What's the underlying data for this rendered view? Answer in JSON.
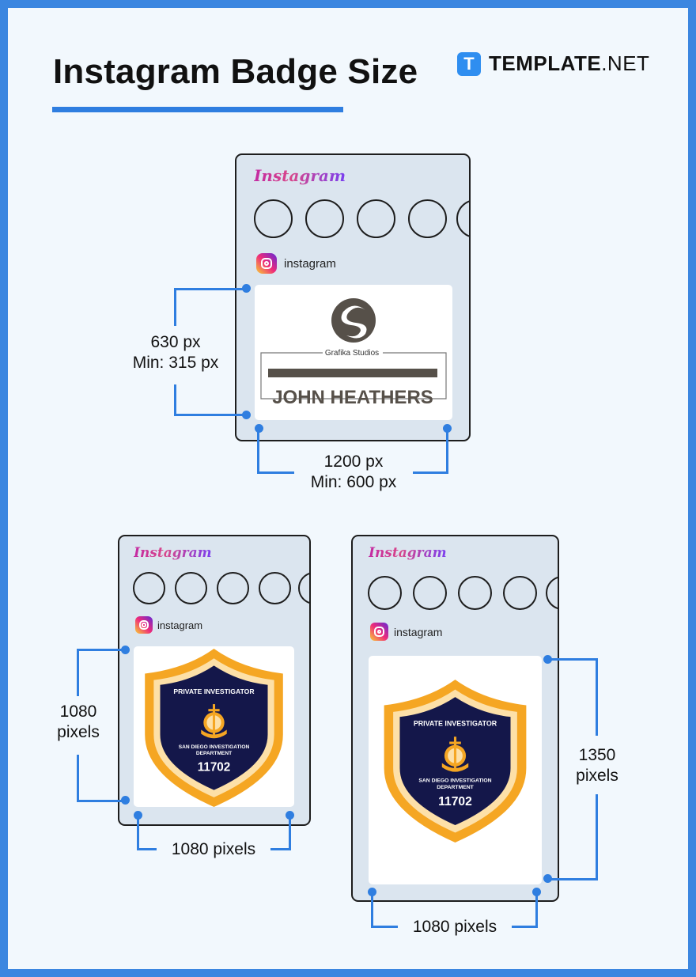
{
  "header": {
    "title": "Instagram Badge Size",
    "brand_logo_letter": "T",
    "brand_name_bold": "TEMPLATE",
    "brand_name_suffix": ".NET"
  },
  "instagram": {
    "wordmark": "Instagram",
    "username": "instagram"
  },
  "example_landscape": {
    "company": "Grafika Studios",
    "name": "JOHN HEATHERS",
    "height_line1": "630 px",
    "height_line2": "Min: 315 px",
    "width_line1": "1200 px",
    "width_line2": "Min: 600 px"
  },
  "example_square": {
    "badge_top": "PRIVATE INVESTIGATOR",
    "badge_dept_line1": "SAN DIEGO INVESTIGATION",
    "badge_dept_line2": "DEPARTMENT",
    "badge_number": "11702",
    "height_line1": "1080",
    "height_line2": "pixels",
    "width_label": "1080 pixels"
  },
  "example_portrait": {
    "badge_top": "PRIVATE INVESTIGATOR",
    "badge_dept_line1": "SAN DIEGO INVESTIGATION",
    "badge_dept_line2": "DEPARTMENT",
    "badge_number": "11702",
    "height_line1": "1350",
    "height_line2": "pixels",
    "width_label": "1080 pixels"
  },
  "colors": {
    "frame_border": "#3b86e0",
    "accent_blue": "#2f7ee0",
    "badge_navy": "#14174a",
    "badge_gold": "#f5a623",
    "badge_cream": "#fde0a8",
    "phone_bg": "#dbe5ef"
  }
}
